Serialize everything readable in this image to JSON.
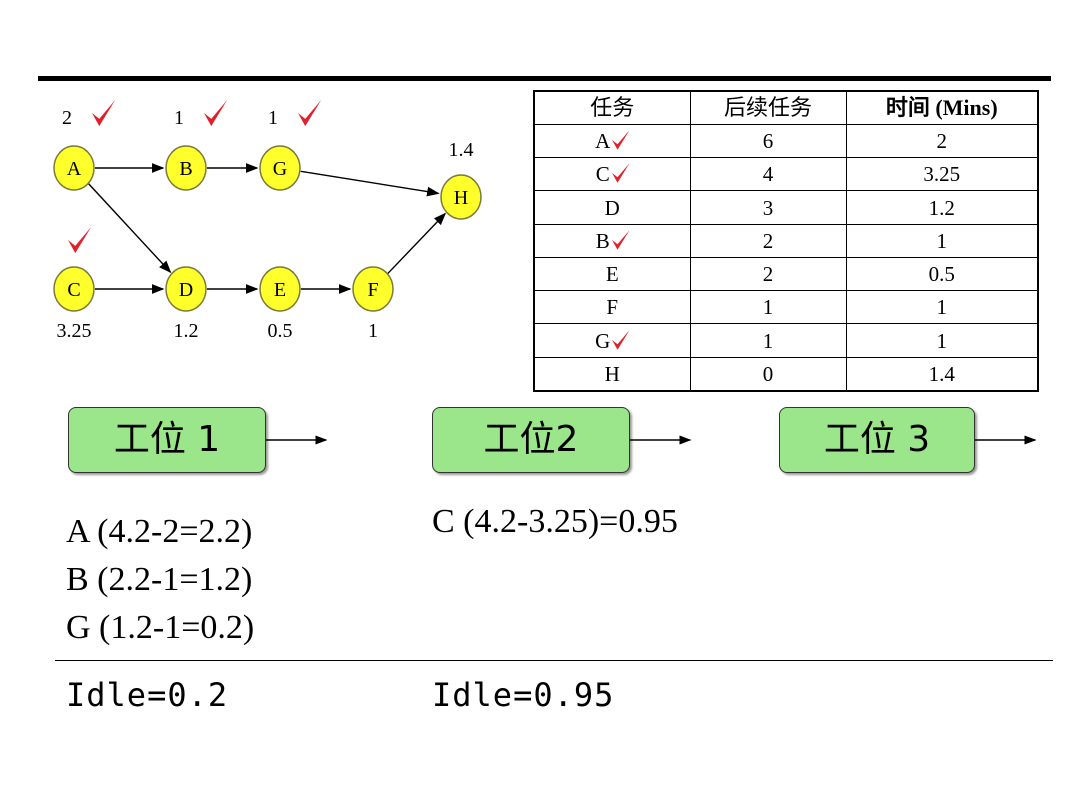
{
  "nodes": [
    {
      "id": "A",
      "above": "2",
      "checked": true,
      "below": ""
    },
    {
      "id": "B",
      "above": "1",
      "checked": true,
      "below": ""
    },
    {
      "id": "G",
      "above": "1",
      "checked": true,
      "below": ""
    },
    {
      "id": "H",
      "above": "1.4",
      "checked": false,
      "below": ""
    },
    {
      "id": "C",
      "above": "",
      "checked": true,
      "below": "3.25"
    },
    {
      "id": "D",
      "above": "",
      "checked": false,
      "below": "1.2"
    },
    {
      "id": "E",
      "above": "",
      "checked": false,
      "below": "0.5"
    },
    {
      "id": "F",
      "above": "",
      "checked": false,
      "below": "1"
    }
  ],
  "edges": [
    [
      "A",
      "B"
    ],
    [
      "B",
      "G"
    ],
    [
      "G",
      "H"
    ],
    [
      "A",
      "D"
    ],
    [
      "C",
      "D"
    ],
    [
      "D",
      "E"
    ],
    [
      "E",
      "F"
    ],
    [
      "F",
      "H"
    ]
  ],
  "table": {
    "headers": [
      "任务",
      "后续任务",
      "时间 (Mins)"
    ],
    "rows": [
      {
        "task": "A",
        "checked": true,
        "followers": "6",
        "time": "2"
      },
      {
        "task": "C",
        "checked": true,
        "followers": "4",
        "time": "3.25"
      },
      {
        "task": "D",
        "checked": false,
        "followers": "3",
        "time": "1.2"
      },
      {
        "task": "B",
        "checked": true,
        "followers": "2",
        "time": "1"
      },
      {
        "task": "E",
        "checked": false,
        "followers": "2",
        "time": "0.5"
      },
      {
        "task": "F",
        "checked": false,
        "followers": "1",
        "time": "1"
      },
      {
        "task": "G",
        "checked": true,
        "followers": "1",
        "time": "1"
      },
      {
        "task": "H",
        "checked": false,
        "followers": "0",
        "time": "1.4"
      }
    ]
  },
  "stations": [
    {
      "label": "工位 1"
    },
    {
      "label": "工位2"
    },
    {
      "label": "工位 3"
    }
  ],
  "station1_calcs": [
    "A (4.2-2=2.2)",
    "B (2.2-1=1.2)",
    "G (1.2-1=0.2)"
  ],
  "station2_calcs": [
    "C (4.2-3.25)=0.95"
  ],
  "idle": [
    "Idle=0.2",
    "Idle=0.95"
  ],
  "colors": {
    "node_fill": "#ffff2b",
    "node_stroke": "#7a7a3a",
    "check": "#e0202a",
    "station_fill": "#9be68a"
  }
}
